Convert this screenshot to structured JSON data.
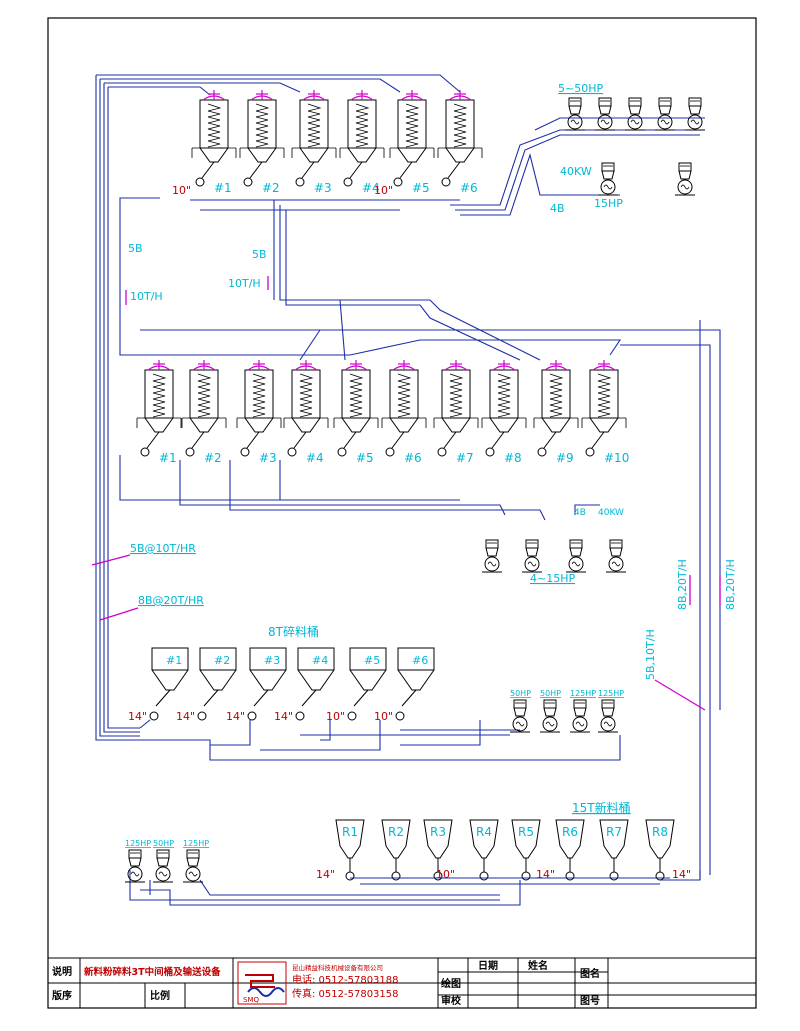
{
  "labels": {
    "hp_top": "5~50HP",
    "kw_top": "40KW",
    "hp_15": "15HP",
    "b4_top": "4B",
    "b5_left": "5B",
    "t10_left": "10T/H",
    "b5_mid": "5B",
    "t10_mid": "10T/H",
    "b5_rate": "5B@10T/HR",
    "b8_rate": "8B@20T/HR",
    "hp_mid": "4~15HP",
    "b4_mid": "4B",
    "kw_mid": "40KW",
    "b8_20_a": "8B,20T/H",
    "b8_20_b": "8B,20T/H",
    "b5_10_right": "5B,10T/H",
    "hopper8_title": "8T碎料桶",
    "hopper15_title": "15T新料桶",
    "d10_top_a": "10\"",
    "d10_top_b": "10\""
  },
  "top_units": [
    "#1",
    "#2",
    "#3",
    "#4",
    "#5",
    "#6"
  ],
  "mid_units": [
    "#1",
    "#2",
    "#3",
    "#4",
    "#5",
    "#6",
    "#7",
    "#8",
    "#9",
    "#10"
  ],
  "hoppers8": [
    "#1",
    "#2",
    "#3",
    "#4",
    "#5",
    "#6"
  ],
  "hoppers8_pipes": [
    "14\"",
    "14\"",
    "14\"",
    "14\"",
    "10\"",
    "10\""
  ],
  "hp_row_mid": [
    "50HP",
    "50HP",
    "125HP",
    "125HP"
  ],
  "hp_row_bot": [
    "125HP",
    "50HP",
    "125HP"
  ],
  "r_bins": [
    "R1",
    "R2",
    "R3",
    "R4",
    "R5",
    "R6",
    "R7",
    "R8"
  ],
  "r_pipes": [
    "14\"",
    "10\"",
    "14\"",
    "14\""
  ],
  "title_block": {
    "l_label": "说明",
    "l_label2": "版序",
    "desc": "新料粉碎料3T中间桶及输送设备",
    "scale": "比例",
    "company": "昆山精益科技机械设备有限公司",
    "tel": "电话: 0512-57803188",
    "fax": "传真: 0512-57803158",
    "draw": "绘图",
    "check": "审校",
    "date": "日期",
    "name": "姓名",
    "drawing_name": "图名",
    "drawing_no": "图号",
    "logo_text": "SMQ"
  },
  "colors": {
    "pipe": "#1c2ea8",
    "accent": "#00b8d4",
    "red": "#c00000",
    "magenta": "#d000d0"
  }
}
